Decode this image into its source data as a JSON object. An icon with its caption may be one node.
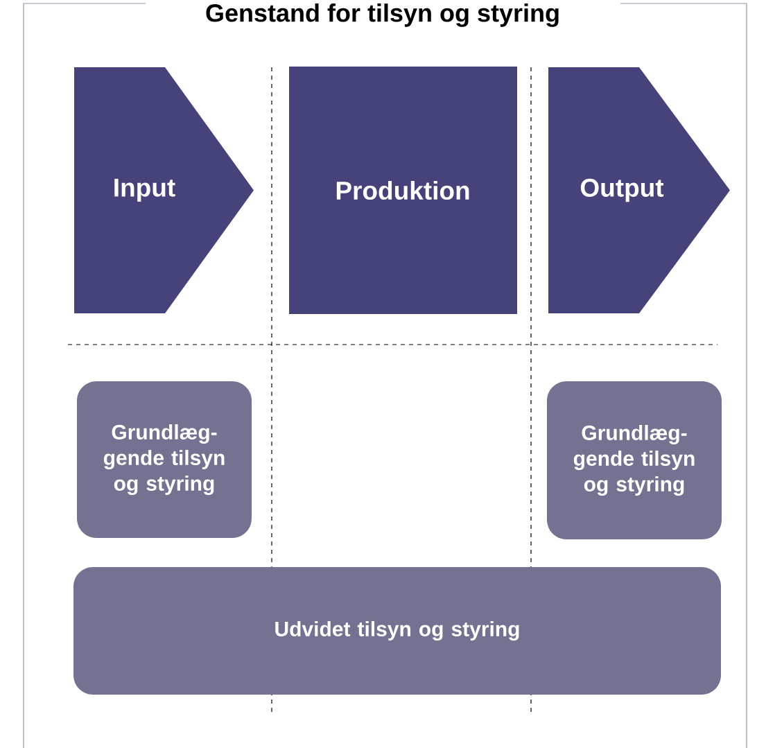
{
  "diagram": {
    "title": "Genstand for tilsyn og styring",
    "nodes": [
      {
        "text": [
          "Input"
        ]
      },
      {
        "text": [
          "Produktion"
        ]
      },
      {
        "text": [
          "Output"
        ]
      },
      {
        "text": [
          "Grundlæg- gende tilsyn og styring"
        ]
      },
      {
        "text": [
          "Grundlæg- gende tilsyn og styring"
        ]
      },
      {
        "text": [
          "Udvidet tilsyn og styring"
        ]
      }
    ]
  }
}
